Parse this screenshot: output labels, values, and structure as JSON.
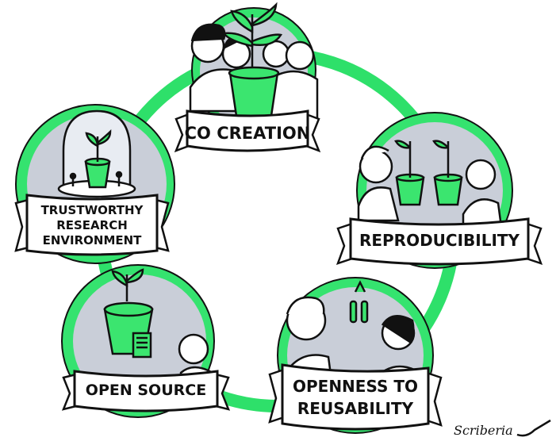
{
  "colors": {
    "ring": "#2ee06a",
    "circle_fill": "#35e36f",
    "inner_bg": "#c9ced8",
    "pot": "#3be56f",
    "ink": "#111111",
    "banner": "#ffffff"
  },
  "nodes": {
    "co_creation": {
      "label": "CO CREATION"
    },
    "reproducibility": {
      "label": "REPRODUCIBILITY"
    },
    "openness": {
      "line1": "OPENNESS TO",
      "line2": "REUSABILITY"
    },
    "open_source": {
      "label": "OPEN SOURCE"
    },
    "trustworthy": {
      "line1": "TRUSTWORTHY",
      "line2": "RESEARCH",
      "line3": "ENVIRONMENT"
    }
  },
  "signature": {
    "text": "Scriberia"
  }
}
